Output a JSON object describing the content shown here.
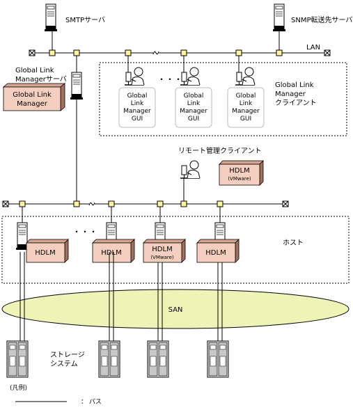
{
  "labels": {
    "smtp_server": "SMTPサーバ",
    "snmp_server": "SNMP転送先サーバ",
    "lan": "LAN",
    "glm_server": [
      "Global Link",
      "Managerサーバ"
    ],
    "glm_box": [
      "Global Link",
      "Manager"
    ],
    "glm_client_area": [
      "Global Link",
      "Manager",
      "クライアント"
    ],
    "glm_gui": [
      "Global",
      "Link",
      "Manager",
      "GUI"
    ],
    "ellipsis": "・・・",
    "remote_client": "リモート管理クライアント",
    "hdlm": "HDLM",
    "vmware": "(VMware)",
    "host": "ホスト",
    "san": "SAN",
    "storage": [
      "ストレージ",
      "システム"
    ],
    "legend_title": "(凡例)",
    "legend_path": "：  パス"
  },
  "colors": {
    "hdlm_fill": "#f4cfbf",
    "hdlm_side": "#a07060",
    "san_fill": "#eef3b8",
    "line": "#000000",
    "node_fill": "#fff4a0"
  }
}
